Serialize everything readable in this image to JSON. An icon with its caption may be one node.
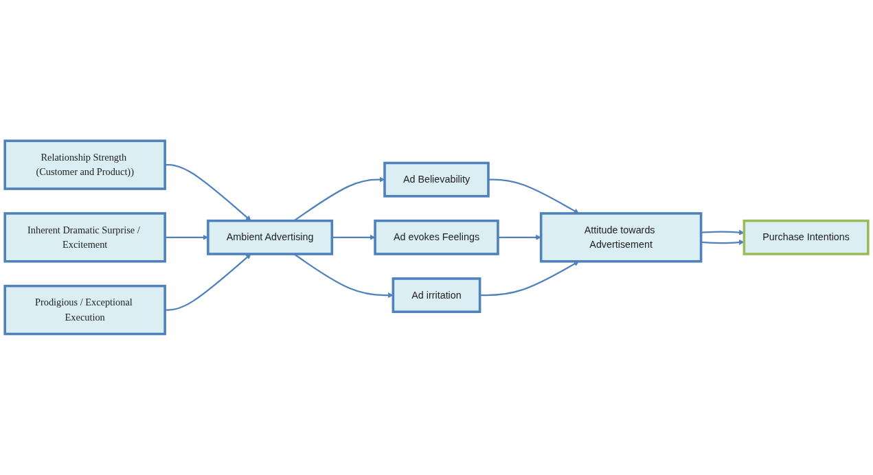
{
  "diagram": {
    "nodes": [
      {
        "text": [
          "Relationship Strength (Customer and Product))"
        ]
      },
      {
        "text": [
          "Inherent Dramatic Surprise / Excitement"
        ]
      },
      {
        "text": [
          "Prodigious / Exceptional Execution"
        ]
      },
      {
        "text": [
          "Ambient Advertising"
        ]
      },
      {
        "text": [
          "Ad Believability"
        ]
      },
      {
        "text": [
          "Ad evokes Feelings"
        ]
      },
      {
        "text": [
          "Ad irritation"
        ]
      },
      {
        "text": [
          "Attitude towards Advertisement"
        ]
      },
      {
        "text": [
          "Purchase Intentions"
        ]
      }
    ],
    "edges": [
      {
        "from": 0,
        "to": 3,
        "arrow": "to"
      },
      {
        "from": 1,
        "to": 3,
        "arrow": "to"
      },
      {
        "from": 2,
        "to": 3,
        "arrow": "to"
      },
      {
        "from": 3,
        "to": 4,
        "arrow": "to"
      },
      {
        "from": 3,
        "to": 5,
        "arrow": "to"
      },
      {
        "from": 3,
        "to": 6,
        "arrow": "to"
      },
      {
        "from": 4,
        "to": 7,
        "arrow": "to"
      },
      {
        "from": 5,
        "to": 7,
        "arrow": "to"
      },
      {
        "from": 6,
        "to": 7,
        "arrow": "to"
      },
      {
        "from": 7,
        "to": 8,
        "arrow": "to"
      },
      {
        "from": 7,
        "to": 8,
        "arrow": "to"
      }
    ]
  }
}
